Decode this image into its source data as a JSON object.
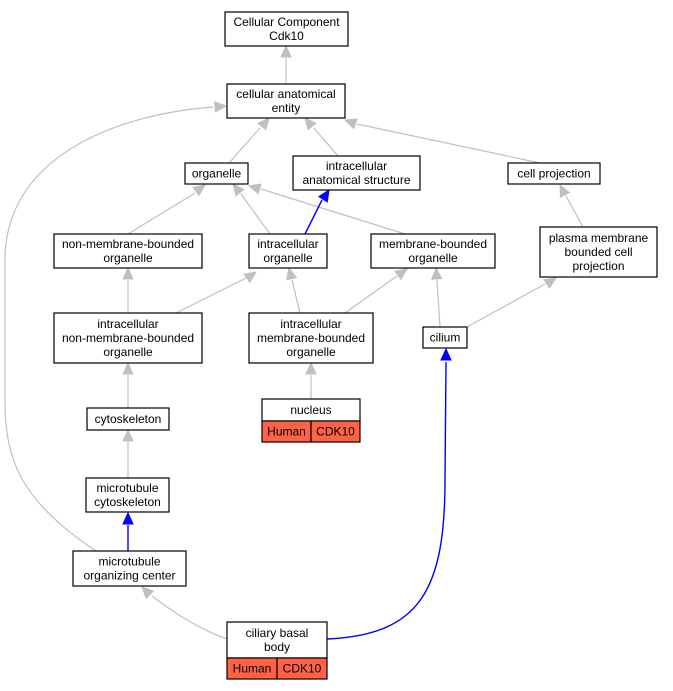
{
  "nodes": {
    "cellular_component": {
      "lines": [
        "Cellular Component",
        "Cdk10"
      ]
    },
    "cellular_anatomical_entity": {
      "lines": [
        "cellular anatomical",
        "entity"
      ]
    },
    "organelle": {
      "lines": [
        "organelle"
      ]
    },
    "intracellular_anatomical_structure": {
      "lines": [
        "intracellular",
        "anatomical structure"
      ]
    },
    "cell_projection": {
      "lines": [
        "cell projection"
      ]
    },
    "non_membrane_bounded_organelle": {
      "lines": [
        "non-membrane-bounded",
        "organelle"
      ]
    },
    "intracellular_organelle": {
      "lines": [
        "intracellular",
        "organelle"
      ]
    },
    "membrane_bounded_organelle": {
      "lines": [
        "membrane-bounded",
        "organelle"
      ]
    },
    "plasma_membrane_bounded_cell_projection": {
      "lines": [
        "plasma membrane",
        "bounded cell",
        "projection"
      ]
    },
    "intracellular_non_membrane_bounded_organelle": {
      "lines": [
        "intracellular",
        "non-membrane-bounded",
        "organelle"
      ]
    },
    "intracellular_membrane_bounded_organelle": {
      "lines": [
        "intracellular",
        "membrane-bounded",
        "organelle"
      ]
    },
    "cilium": {
      "lines": [
        "cilium"
      ]
    },
    "cytoskeleton": {
      "lines": [
        "cytoskeleton"
      ]
    },
    "nucleus": {
      "lines": [
        "nucleus"
      ],
      "tags": [
        "Human",
        "CDK10"
      ]
    },
    "microtubule_cytoskeleton": {
      "lines": [
        "microtubule",
        "cytoskeleton"
      ]
    },
    "microtubule_organizing_center": {
      "lines": [
        "microtubule",
        "organizing center"
      ]
    },
    "ciliary_basal_body": {
      "lines": [
        "ciliary basal",
        "body"
      ],
      "tags": [
        "Human",
        "CDK10"
      ]
    }
  },
  "edges": [
    {
      "from": "cellular_anatomical_entity",
      "to": "cellular_component",
      "type": "is_a"
    },
    {
      "from": "organelle",
      "to": "cellular_anatomical_entity",
      "type": "is_a"
    },
    {
      "from": "intracellular_anatomical_structure",
      "to": "cellular_anatomical_entity",
      "type": "is_a"
    },
    {
      "from": "cell_projection",
      "to": "cellular_anatomical_entity",
      "type": "is_a"
    },
    {
      "from": "microtubule_organizing_center",
      "to": "cellular_anatomical_entity",
      "type": "is_a"
    },
    {
      "from": "non_membrane_bounded_organelle",
      "to": "organelle",
      "type": "is_a"
    },
    {
      "from": "intracellular_organelle",
      "to": "organelle",
      "type": "is_a"
    },
    {
      "from": "membrane_bounded_organelle",
      "to": "organelle",
      "type": "is_a"
    },
    {
      "from": "intracellular_organelle",
      "to": "intracellular_anatomical_structure",
      "type": "part_of"
    },
    {
      "from": "plasma_membrane_bounded_cell_projection",
      "to": "cell_projection",
      "type": "is_a"
    },
    {
      "from": "intracellular_non_membrane_bounded_organelle",
      "to": "non_membrane_bounded_organelle",
      "type": "is_a"
    },
    {
      "from": "intracellular_non_membrane_bounded_organelle",
      "to": "intracellular_organelle",
      "type": "is_a"
    },
    {
      "from": "intracellular_membrane_bounded_organelle",
      "to": "intracellular_organelle",
      "type": "is_a"
    },
    {
      "from": "intracellular_membrane_bounded_organelle",
      "to": "membrane_bounded_organelle",
      "type": "is_a"
    },
    {
      "from": "cilium",
      "to": "membrane_bounded_organelle",
      "type": "is_a"
    },
    {
      "from": "cilium",
      "to": "plasma_membrane_bounded_cell_projection",
      "type": "is_a"
    },
    {
      "from": "cytoskeleton",
      "to": "intracellular_non_membrane_bounded_organelle",
      "type": "is_a"
    },
    {
      "from": "nucleus",
      "to": "intracellular_membrane_bounded_organelle",
      "type": "is_a"
    },
    {
      "from": "microtubule_cytoskeleton",
      "to": "cytoskeleton",
      "type": "is_a"
    },
    {
      "from": "microtubule_organizing_center",
      "to": "microtubule_cytoskeleton",
      "type": "part_of"
    },
    {
      "from": "ciliary_basal_body",
      "to": "microtubule_organizing_center",
      "type": "is_a"
    },
    {
      "from": "ciliary_basal_body",
      "to": "cilium",
      "type": "part_of"
    }
  ],
  "colors": {
    "is_a_edge": "#c0c0c0",
    "part_of_edge": "#0000ff",
    "annotation_tag": "#ff6347",
    "node_border": "#000000",
    "background": "#ffffff"
  }
}
